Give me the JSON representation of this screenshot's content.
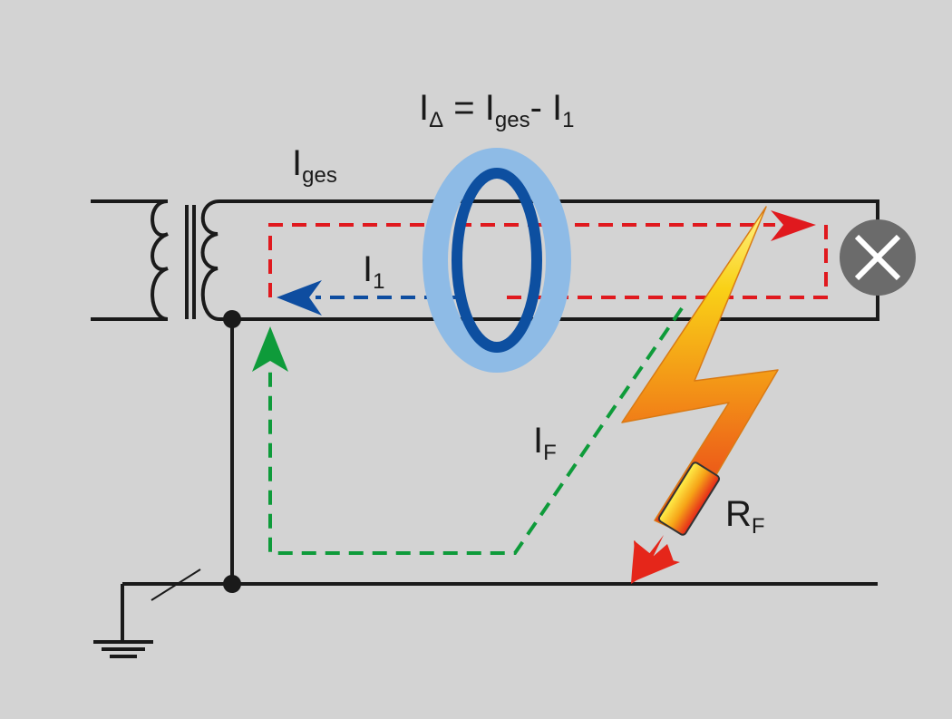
{
  "labels": {
    "i_delta": {
      "main": "I",
      "sub": "Δ",
      "eq": " = ",
      "ges_main": "I",
      "ges_sub": "ges",
      "minus": "- ",
      "one_main": "I",
      "one_sub": "1"
    },
    "i_ges": {
      "main": "I",
      "sub": "ges"
    },
    "i_1": {
      "main": "I",
      "sub": "1"
    },
    "i_f": {
      "main": "I",
      "sub": "F"
    },
    "r_f": {
      "main": "R",
      "sub": "F"
    }
  },
  "colors": {
    "background": "#d3d3d3",
    "conductor": "#1a1a1a",
    "total_current": "#e0191e",
    "return_current": "#0e4da0",
    "fault_current": "#0e9b3a",
    "toroid_outer": "#8ebbe6",
    "toroid_inner": "#0d4fa0",
    "lamp": "#6b6b6b"
  },
  "icons": [
    "transformer-icon",
    "ground-symbol-icon",
    "lamp-icon",
    "lightning-bolt-icon",
    "resistor-icon",
    "current-transformer-icon"
  ]
}
